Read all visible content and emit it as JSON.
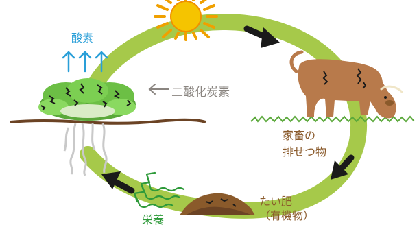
{
  "labels": {
    "oxygen": "酸素",
    "carbon_dioxide": "二酸化炭素",
    "excreta_line1": "家畜の",
    "excreta_line2": "排せつ物",
    "compost_line1": "たい肥",
    "compost_line2": "（有機物）",
    "nutrients": "栄養"
  },
  "colors": {
    "cycle_ring": "#a6c94a",
    "cycle_arrows": "#1a1a1a",
    "oxygen": "#2a9fd8",
    "carbon_dioxide": "#8a8580",
    "excreta": "#8a5a2b",
    "compost": "#8a5a2b",
    "nutrients": "#2e9a3a",
    "sun": "#f5c400",
    "cow": "#b87a4b",
    "soil": "#6b4324",
    "plant_leaves": "#5aa83a"
  },
  "icons": [
    "sun-icon",
    "cow-icon",
    "plant-icon",
    "compost-pile-icon",
    "cycle-arrow-icon"
  ]
}
